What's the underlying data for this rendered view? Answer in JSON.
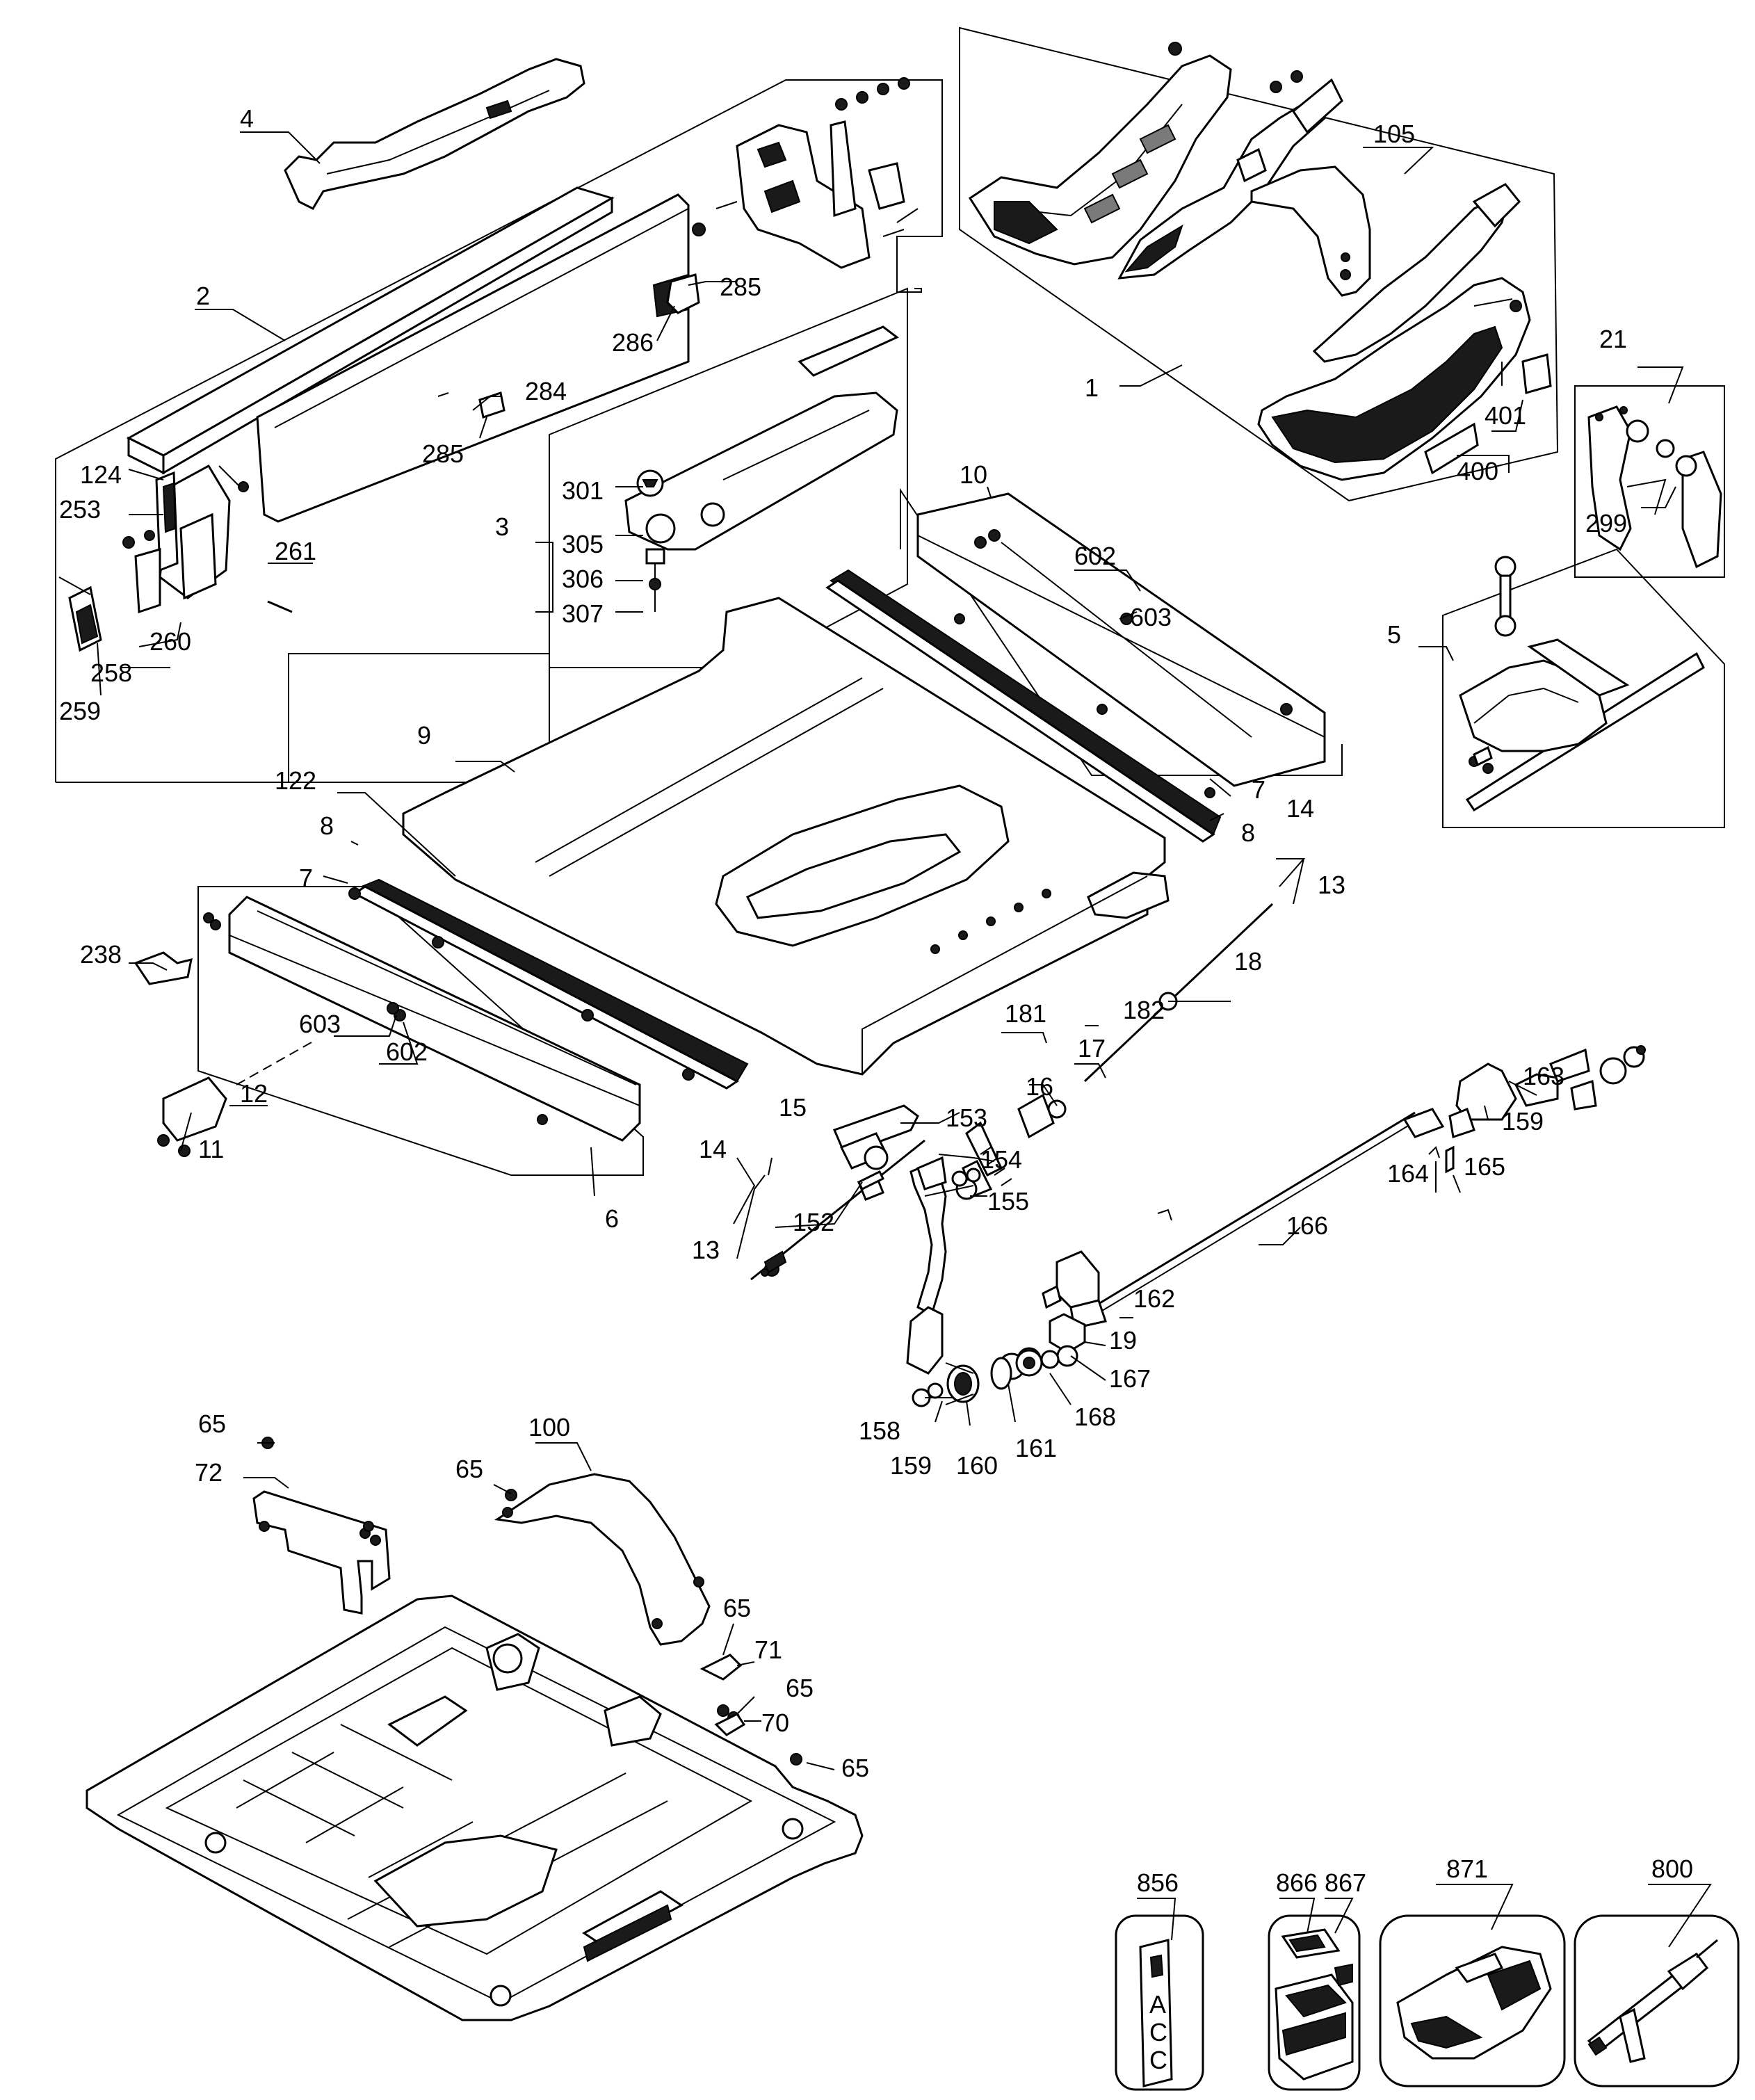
{
  "labels": [
    {
      "id": "l4",
      "text": "4"
    },
    {
      "id": "l2",
      "text": "2"
    },
    {
      "id": "l285a",
      "text": "285"
    },
    {
      "id": "l286",
      "text": "286"
    },
    {
      "id": "l284",
      "text": "284"
    },
    {
      "id": "l285b",
      "text": "285"
    },
    {
      "id": "l124",
      "text": "124"
    },
    {
      "id": "l253",
      "text": "253"
    },
    {
      "id": "l261",
      "text": "261"
    },
    {
      "id": "l260",
      "text": "260"
    },
    {
      "id": "l258",
      "text": "258"
    },
    {
      "id": "l259",
      "text": "259"
    },
    {
      "id": "l105",
      "text": "105"
    },
    {
      "id": "l1",
      "text": "1"
    },
    {
      "id": "l401",
      "text": "401"
    },
    {
      "id": "l400",
      "text": "400"
    },
    {
      "id": "l21",
      "text": "21"
    },
    {
      "id": "l299",
      "text": "299"
    },
    {
      "id": "l301",
      "text": "301"
    },
    {
      "id": "l3",
      "text": "3"
    },
    {
      "id": "l305",
      "text": "305"
    },
    {
      "id": "l306",
      "text": "306"
    },
    {
      "id": "l307",
      "text": "307"
    },
    {
      "id": "l10",
      "text": "10"
    },
    {
      "id": "l602a",
      "text": "602"
    },
    {
      "id": "l603a",
      "text": "603"
    },
    {
      "id": "l5",
      "text": "5"
    },
    {
      "id": "l9",
      "text": "9"
    },
    {
      "id": "l122",
      "text": "122"
    },
    {
      "id": "l8a",
      "text": "8"
    },
    {
      "id": "l7a",
      "text": "7"
    },
    {
      "id": "l7b",
      "text": "7"
    },
    {
      "id": "l8b",
      "text": "8"
    },
    {
      "id": "l14a",
      "text": "14"
    },
    {
      "id": "l13a",
      "text": "13"
    },
    {
      "id": "l18",
      "text": "18"
    },
    {
      "id": "l238",
      "text": "238"
    },
    {
      "id": "l603b",
      "text": "603"
    },
    {
      "id": "l602b",
      "text": "602"
    },
    {
      "id": "l12",
      "text": "12"
    },
    {
      "id": "l11",
      "text": "11"
    },
    {
      "id": "l6",
      "text": "6"
    },
    {
      "id": "l181",
      "text": "181"
    },
    {
      "id": "l182",
      "text": "182"
    },
    {
      "id": "l17",
      "text": "17"
    },
    {
      "id": "l16",
      "text": "16"
    },
    {
      "id": "l15",
      "text": "15"
    },
    {
      "id": "l153",
      "text": "153"
    },
    {
      "id": "l154",
      "text": "154"
    },
    {
      "id": "l155",
      "text": "155"
    },
    {
      "id": "l14b",
      "text": "14"
    },
    {
      "id": "l152",
      "text": "152"
    },
    {
      "id": "l13b",
      "text": "13"
    },
    {
      "id": "l163",
      "text": "163"
    },
    {
      "id": "l159a",
      "text": "159"
    },
    {
      "id": "l164",
      "text": "164"
    },
    {
      "id": "l165",
      "text": "165"
    },
    {
      "id": "l166",
      "text": "166"
    },
    {
      "id": "l162",
      "text": "162"
    },
    {
      "id": "l19",
      "text": "19"
    },
    {
      "id": "l167",
      "text": "167"
    },
    {
      "id": "l168",
      "text": "168"
    },
    {
      "id": "l158",
      "text": "158"
    },
    {
      "id": "l159b",
      "text": "159"
    },
    {
      "id": "l160",
      "text": "160"
    },
    {
      "id": "l161",
      "text": "161"
    },
    {
      "id": "l65a",
      "text": "65"
    },
    {
      "id": "l72",
      "text": "72"
    },
    {
      "id": "l65b",
      "text": "65"
    },
    {
      "id": "l100",
      "text": "100"
    },
    {
      "id": "l65c",
      "text": "65"
    },
    {
      "id": "l71",
      "text": "71"
    },
    {
      "id": "l65d",
      "text": "65"
    },
    {
      "id": "l70",
      "text": "70"
    },
    {
      "id": "l65e",
      "text": "65"
    },
    {
      "id": "l856",
      "text": "856"
    },
    {
      "id": "l866",
      "text": "866"
    },
    {
      "id": "l867",
      "text": "867"
    },
    {
      "id": "l871",
      "text": "871"
    },
    {
      "id": "l800",
      "text": "800"
    }
  ],
  "tag_letters": [
    "A",
    "C",
    "C"
  ]
}
